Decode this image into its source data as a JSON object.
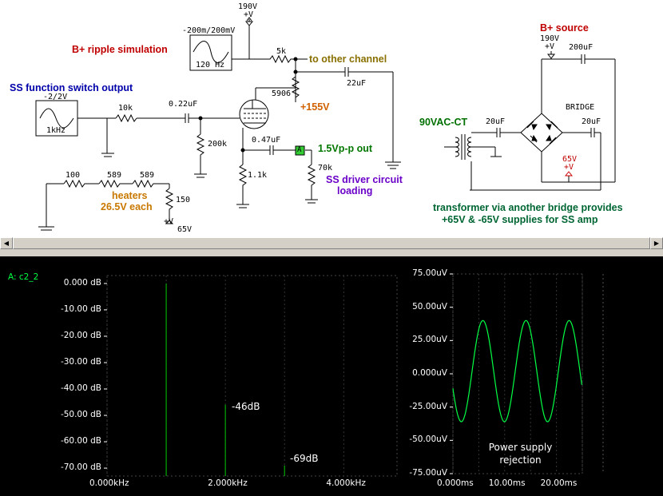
{
  "schematic": {
    "labels": {
      "b_ripple": "B+ ripple simulation",
      "ss_func": "SS function switch output",
      "to_other": "to other channel",
      "plus155": "+155V",
      "vpp": "1.5Vp-p out",
      "ss_driver": "SS driver circuit",
      "loading": "loading",
      "heaters": "heaters",
      "heaters_each": "26.5V each",
      "b_source": "B+ source",
      "vac": "90VAC-CT",
      "transformer1": "transformer via another bridge provides",
      "transformer2": "+65V & -65V supplies for SS amp"
    },
    "parts": {
      "v190_top": "190V",
      "plus_v": "+V",
      "ripple_range": "-200m/200mV",
      "ripple_freq": "120 Hz",
      "r5k": "5k",
      "sig_range": "-2/2V",
      "sig_freq": "1kHz",
      "r10k": "10k",
      "c022": "0.22uF",
      "tube": "5906",
      "c22": "22uF",
      "r200k": "200k",
      "c047": "0.47uF",
      "node_a": "A",
      "r70k": "70k",
      "r1k1": "1.1k",
      "r100": "100",
      "r589a": "589",
      "r589b": "589",
      "r150": "150",
      "v65": "65V",
      "v190_right": "190V",
      "c200": "200uF",
      "bridge": "BRIDGE",
      "c20a": "20uF",
      "c20b": "20uF",
      "v65_red": "65V"
    }
  },
  "scope": {
    "trace_label": "A: c2_2",
    "colors": {
      "background": "#000000",
      "grid": "#00a800",
      "trace": "#00ff44",
      "text": "#ffffff"
    },
    "annotations": {
      "minus46": "-46dB",
      "minus69": "-69dB",
      "psr1": "Power supply",
      "psr2": "rejection"
    },
    "spectrum": {
      "y_ticks": [
        "0.000 dB",
        "-10.00 dB",
        "-20.00 dB",
        "-30.00 dB",
        "-40.00 dB",
        "-50.00 dB",
        "-60.00 dB",
        "-70.00 dB"
      ],
      "x_ticks": [
        "0.000kHz",
        "2.000kHz",
        "4.000kHz"
      ]
    },
    "time": {
      "y_ticks": [
        "75.00uV",
        "50.00uV",
        "25.00uV",
        "0.000uV",
        "-25.00uV",
        "-50.00uV",
        "-75.00uV"
      ],
      "x_ticks": [
        "0.000ms",
        "10.00ms",
        "20.00ms"
      ]
    }
  },
  "chart_data": [
    {
      "type": "bar",
      "xlabel": "",
      "ylabel": "",
      "x_unit": "kHz",
      "y_unit": "dB",
      "xlim": [
        0,
        4.9
      ],
      "ylim": [
        -73,
        3
      ],
      "categories": [
        "1.0kHz",
        "2.0kHz",
        "3.0kHz"
      ],
      "x": [
        1.0,
        2.0,
        3.0
      ],
      "values": [
        0,
        -46,
        -69
      ],
      "annotations": [
        "-46dB",
        "-69dB"
      ],
      "grid": true
    },
    {
      "type": "line",
      "xlabel": "",
      "ylabel": "",
      "x_unit": "ms",
      "y_unit": "uV",
      "xlim": [
        0,
        25
      ],
      "ylim": [
        -75,
        75
      ],
      "series": [
        {
          "frequency_hz": 120,
          "amplitude_uV": 38,
          "offset_uV": 2,
          "phase_deg": 200
        }
      ],
      "annotations": [
        "Power supply",
        "rejection"
      ],
      "grid": true
    }
  ]
}
